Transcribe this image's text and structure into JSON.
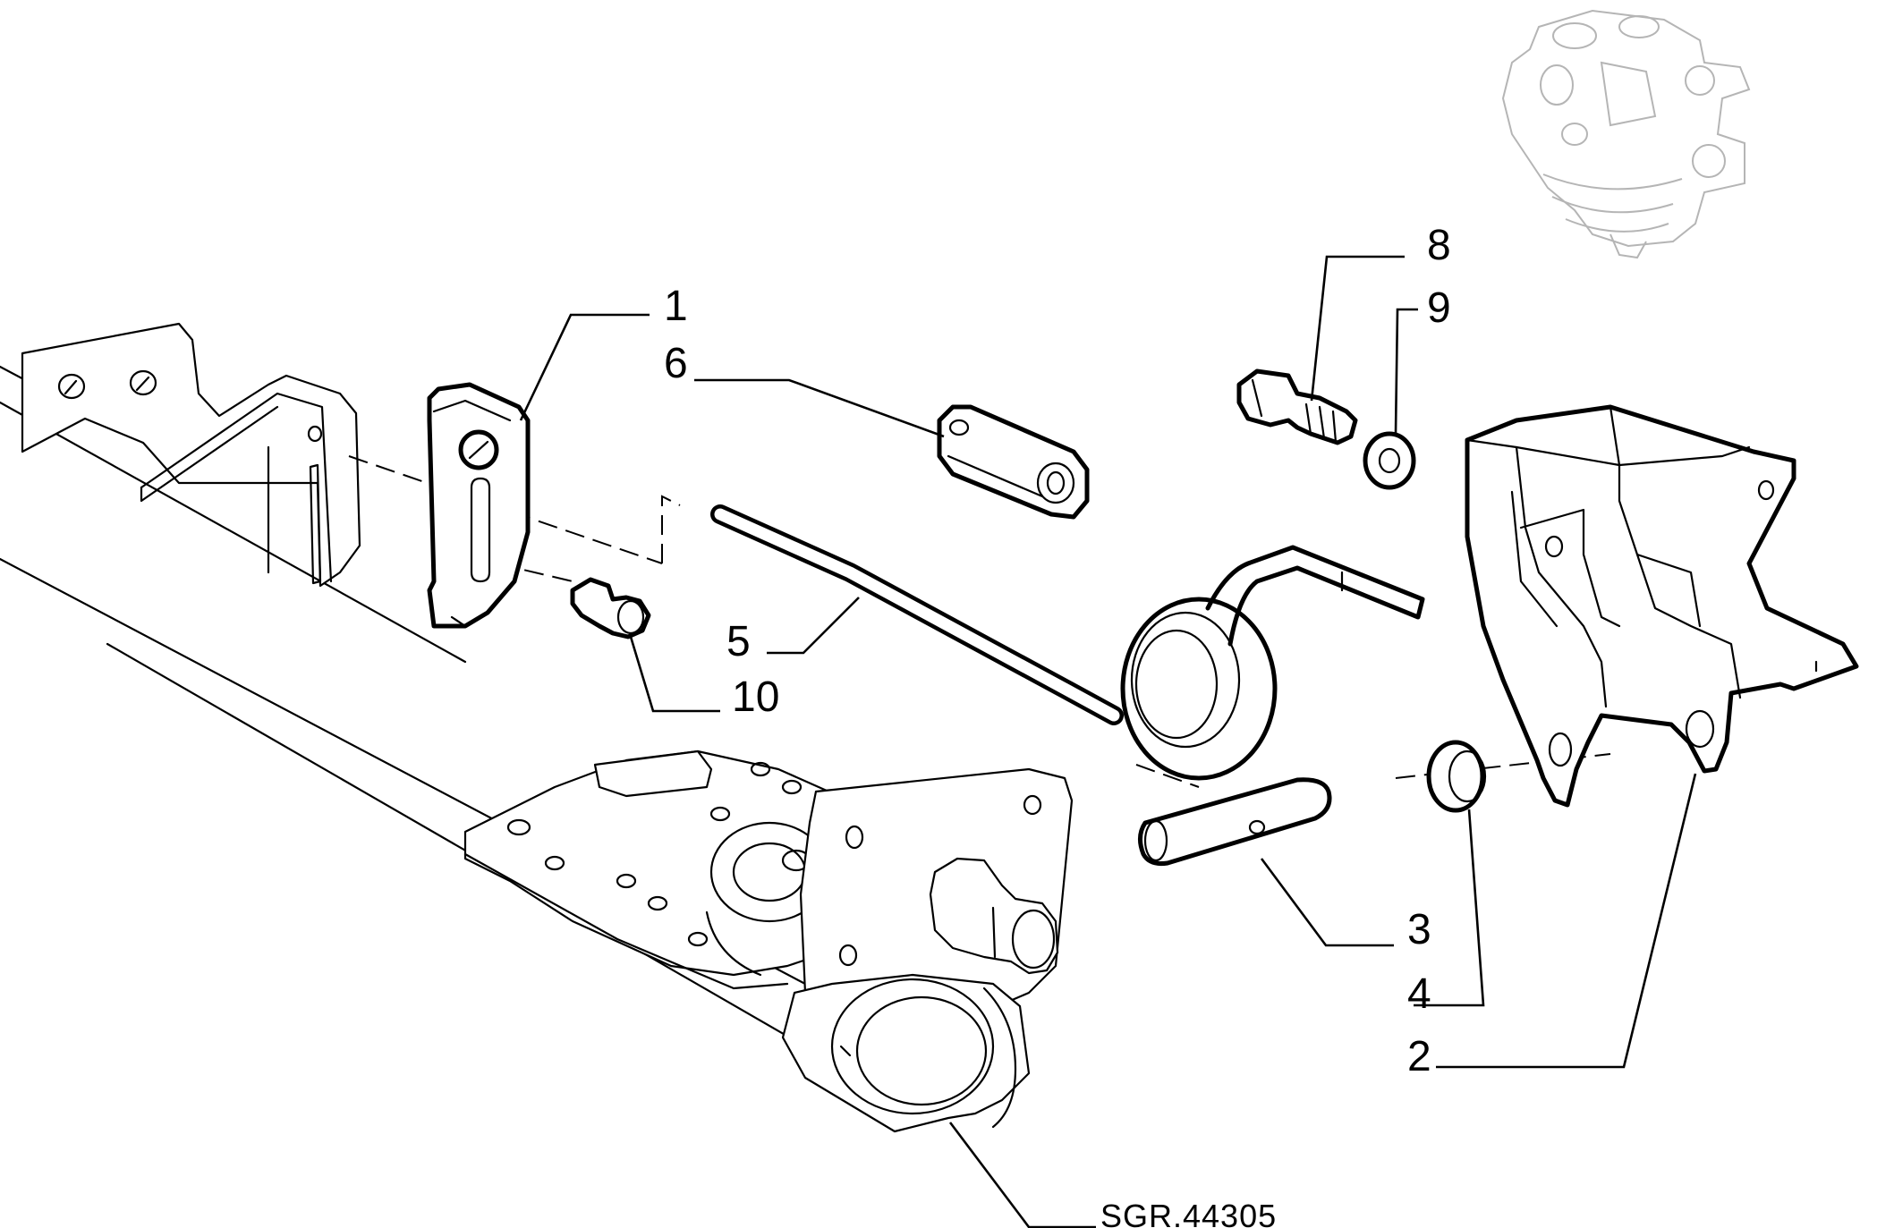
{
  "callouts": {
    "c1": "1",
    "c2": "2",
    "c3": "3",
    "c4": "4",
    "c5": "5",
    "c6": "6",
    "c8": "8",
    "c9": "9",
    "c10": "10"
  },
  "drawing_ref": "SGR.44305",
  "colors": {
    "line": "#000000",
    "ghost_line": "#b5b5b5",
    "background": "#ffffff"
  }
}
